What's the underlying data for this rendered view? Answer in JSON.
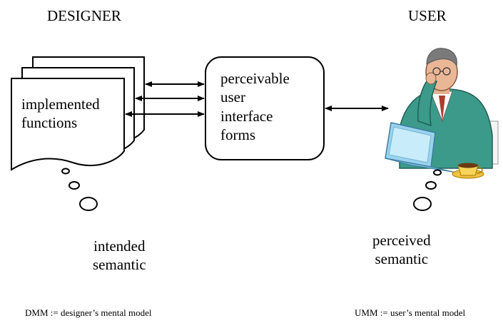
{
  "headers": {
    "designer": "DESIGNER",
    "user": "USER"
  },
  "document_stack": {
    "lines": [
      "implemented",
      "functions"
    ]
  },
  "interface_box": {
    "lines": [
      "perceivable",
      "user",
      "interface",
      "forms"
    ]
  },
  "designer_thought": {
    "lines": [
      "intended",
      "semantic"
    ]
  },
  "user_thought": {
    "lines": [
      "perceived",
      "semantic"
    ]
  },
  "footnotes": {
    "dmm": "DMM := designer’s mental model",
    "umm": "UMM := user’s mental model"
  },
  "user_figure": {
    "icon": "businessman-at-laptop-icon"
  }
}
